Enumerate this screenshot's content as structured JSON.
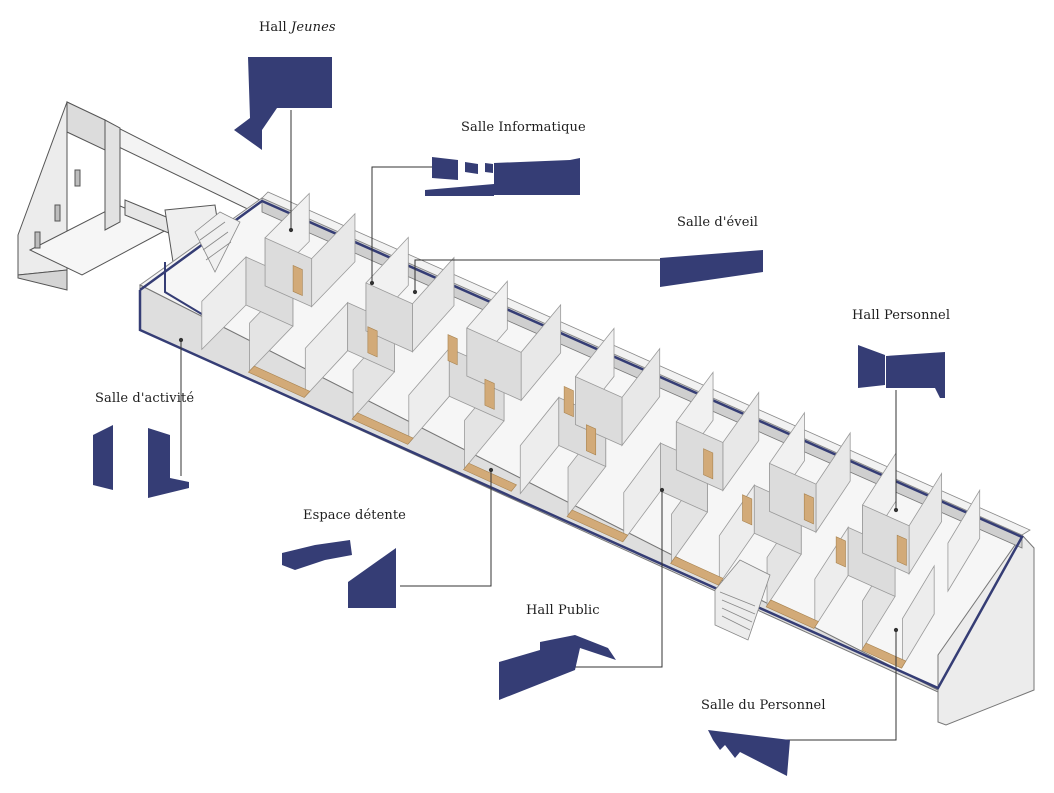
{
  "colors": {
    "accent": "#353d75",
    "wall": "#e9e9e9",
    "wall_shade": "#cfcfcf",
    "floor": "#f7f7f7",
    "wood": "#d2aa78",
    "line": "#444444"
  },
  "labels": {
    "hall_jeunes": {
      "prefix": "Hall ",
      "emph": "Jeunes"
    },
    "salle_informatique": "Salle Informatique",
    "salle_eveil": "Salle d'éveil",
    "hall_personnel": "Hall Personnel",
    "salle_activite": "Salle d'activité",
    "espace_detente": "Espace détente",
    "hall_public": "Hall Public",
    "salle_personnel": "Salle du Personnel"
  }
}
